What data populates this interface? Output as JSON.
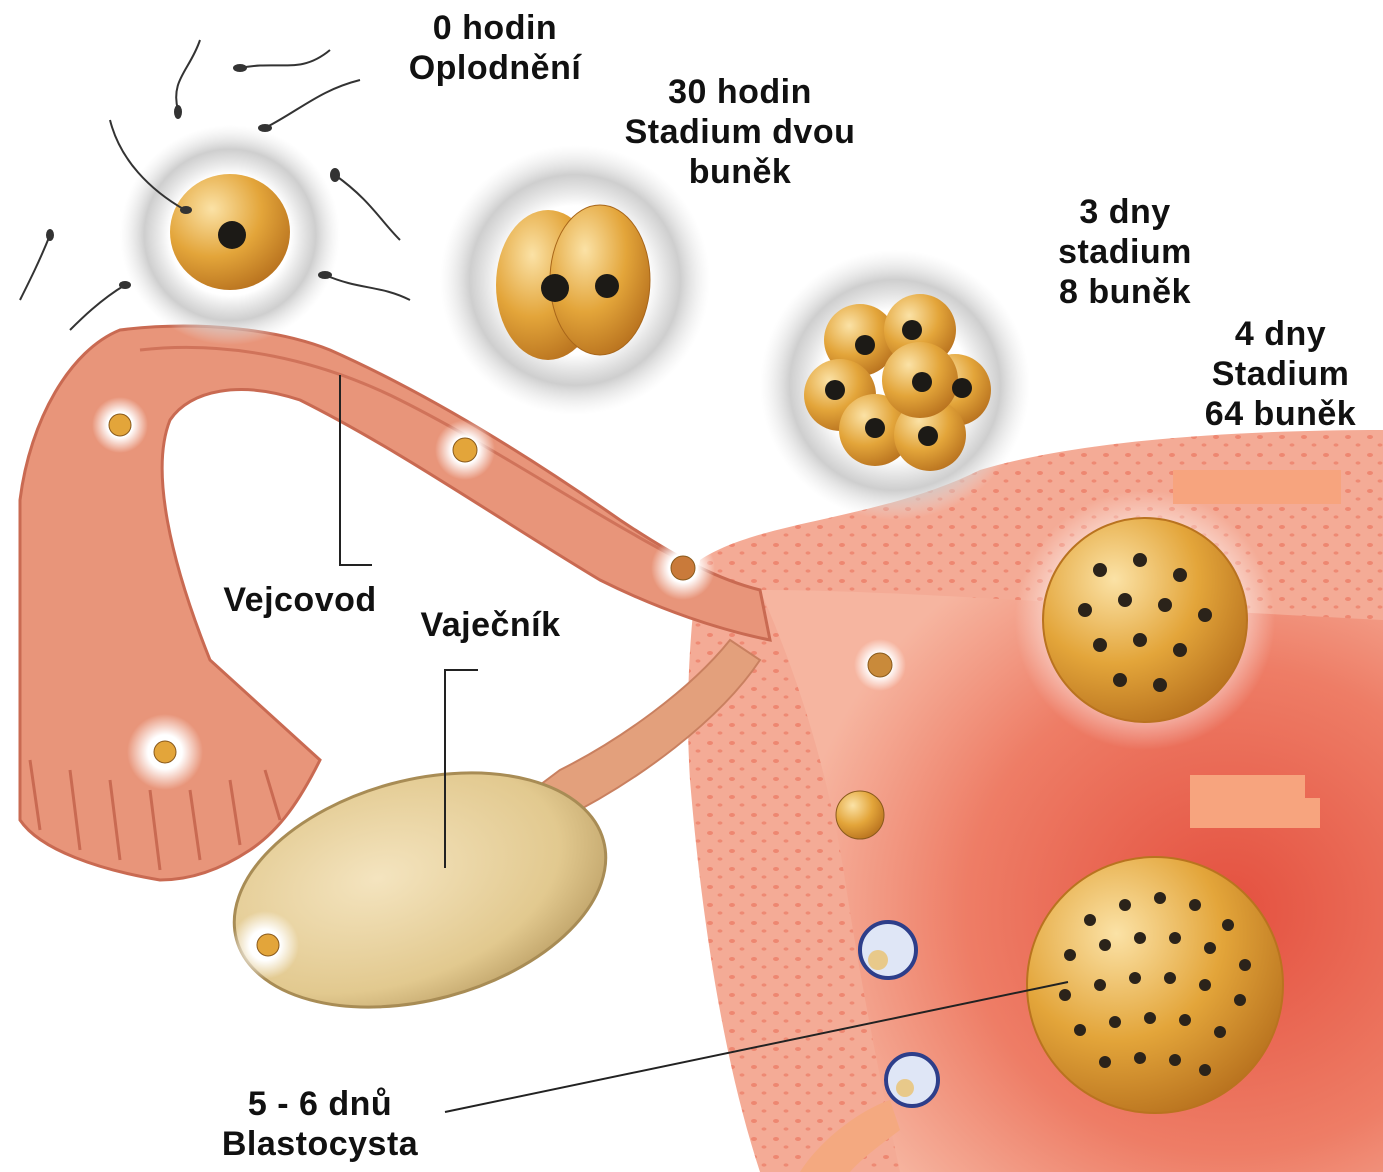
{
  "stages": [
    {
      "id": "fertilization",
      "time": "0 hodin",
      "title_lines": [
        "Oplodnění"
      ]
    },
    {
      "id": "two-cell",
      "time": "30 hodin",
      "title_lines": [
        "Stadium dvou",
        "buněk"
      ]
    },
    {
      "id": "eight-cell",
      "time": "3 dny",
      "title_lines": [
        "stadium",
        "8 buněk"
      ]
    },
    {
      "id": "sixty-four-cell",
      "time": "4 dny",
      "title_lines": [
        "Stadium",
        "64 buněk"
      ]
    },
    {
      "id": "blastocyst",
      "time": "5 - 6 dnů",
      "title_lines": [
        "Blastocysta"
      ]
    }
  ],
  "structures": {
    "oviduct": "Vejcovod",
    "ovary": "Vaječník"
  },
  "colors": {
    "oviduct": "#e8957a",
    "oviduct_dark": "#c96a52",
    "uterus_wall": "#f2a08a",
    "uterus_inner": "#e0584a",
    "ovary": "#e6cf9a",
    "cell": "#e3a53a",
    "nucleus": "#1c1a16",
    "halo": "#c8c8c8",
    "patch": "#f7a47e"
  }
}
